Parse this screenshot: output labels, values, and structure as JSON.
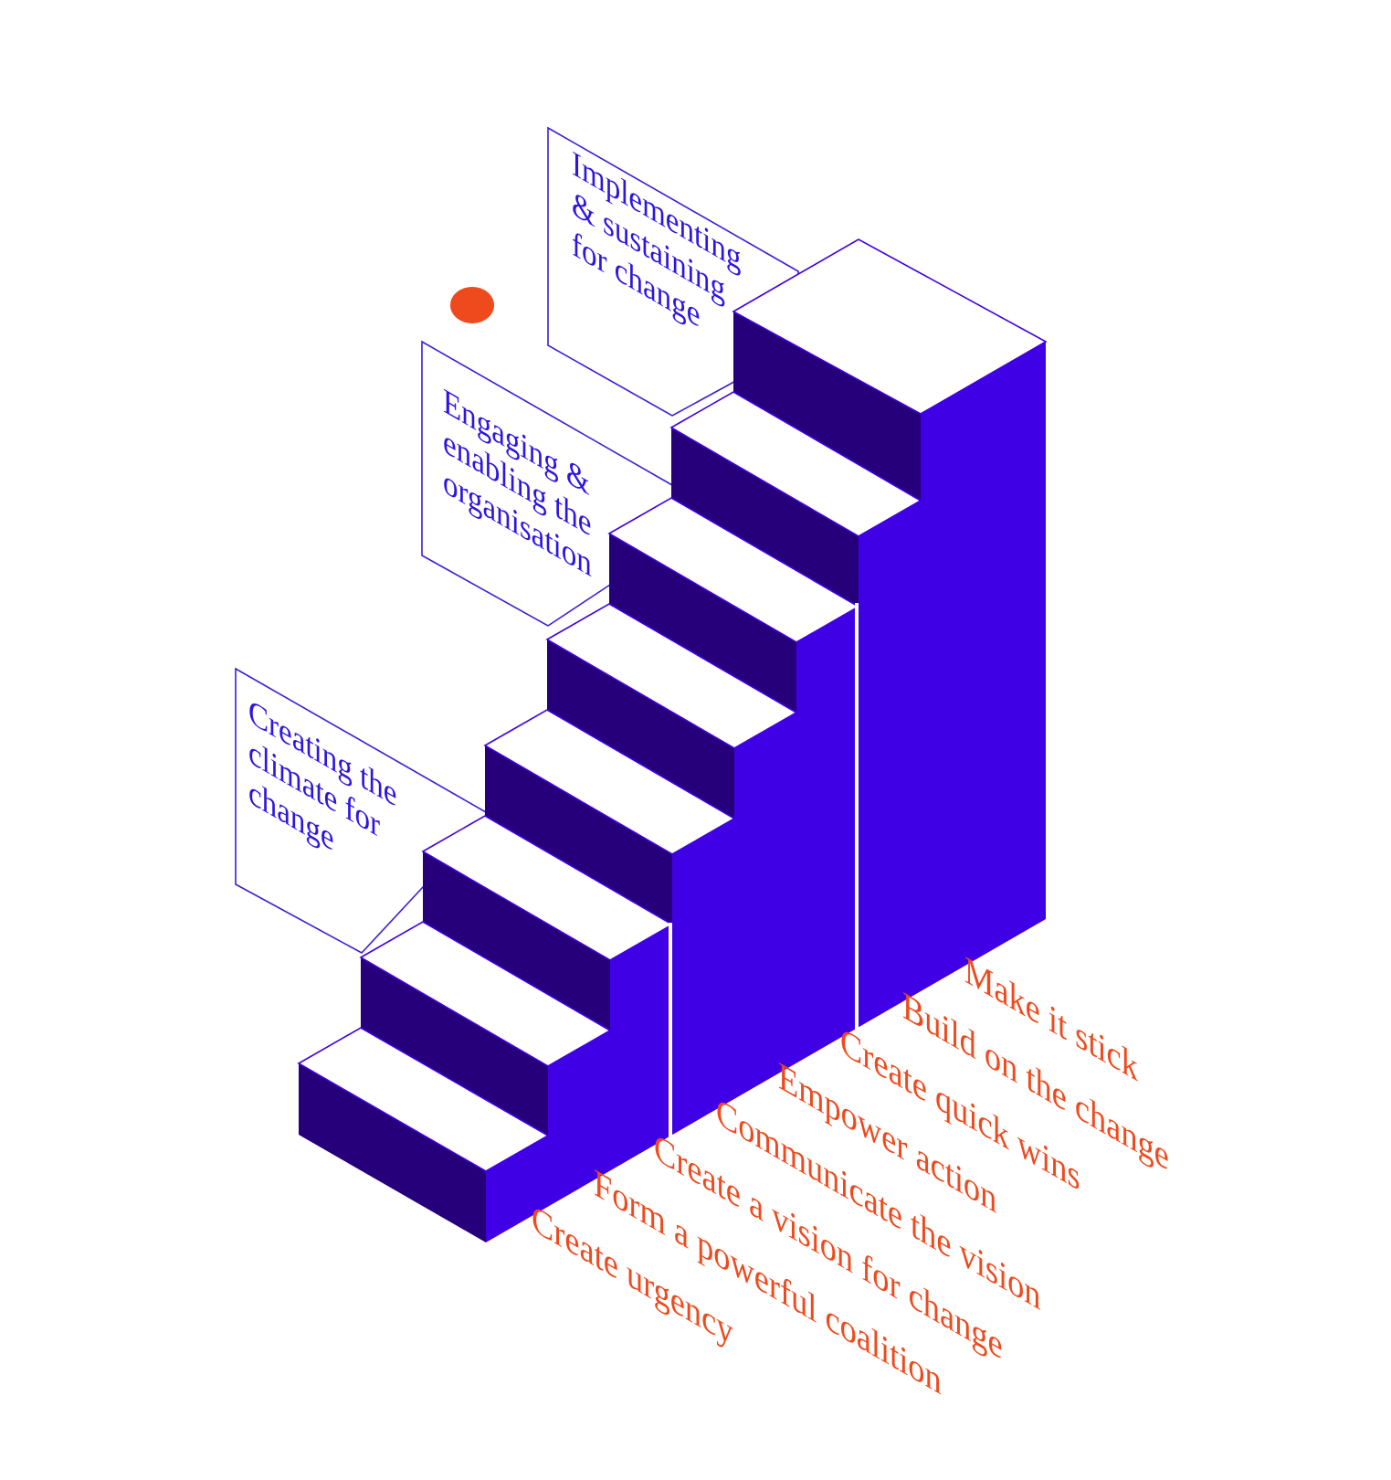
{
  "phases": [
    {
      "lines": [
        "Creating the",
        "climate for",
        "change"
      ]
    },
    {
      "lines": [
        "Engaging &",
        "enabling the",
        "organisation"
      ]
    },
    {
      "lines": [
        "Implementing",
        "& sustaining",
        "for change"
      ]
    }
  ],
  "steps": [
    "Create urgency",
    "Form a powerful coalition",
    "Create a vision for change",
    "Communicate the vision",
    "Empower action",
    "Create quick wins",
    "Build on the change",
    "Make it stick"
  ],
  "colors": {
    "riser": "#26007a",
    "side": "#3f00e6",
    "phase_text": "#2d15e0",
    "step_text": "#ee4a1d",
    "accent_dot": "#ee4a1d"
  }
}
